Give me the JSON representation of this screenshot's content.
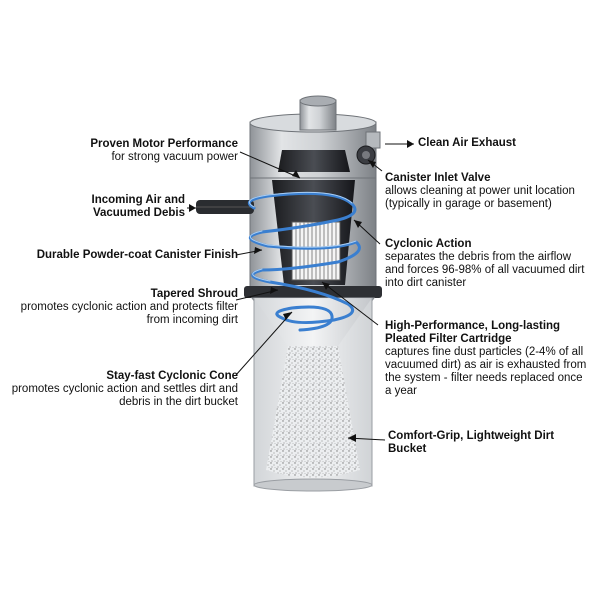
{
  "callouts": {
    "motor": {
      "title": "Proven Motor Performance",
      "desc": "for strong vacuum power"
    },
    "incoming": {
      "title": "Incoming Air and Vacuumed Debis"
    },
    "canister": {
      "title": "Durable Powder-coat Canister Finish"
    },
    "shroud": {
      "title": "Tapered Shroud",
      "desc": "promotes cyclonic action and protects filter from incoming dirt"
    },
    "cone": {
      "title": "Stay-fast Cyclonic Cone",
      "desc": "promotes cyclonic action  and settles dirt and debris in the dirt bucket"
    },
    "exhaust": {
      "title": "Clean Air Exhaust"
    },
    "valve": {
      "title": "Canister Inlet Valve",
      "desc": "allows cleaning at power unit location (typically in garage or basement)"
    },
    "cyclonic": {
      "title": "Cyclonic Action",
      "desc": "separates the debris from the airflow and forces 96-98% of all vacuumed dirt into dirt canister"
    },
    "filter": {
      "title": "High-Performance, Long-lasting Pleated Filter Cartridge",
      "desc": "captures fine dust particles (2-4% of all vacuumed dirt) as air is exhausted from the system - filter needs replaced once a year"
    },
    "bucket": {
      "title": "Comfort-Grip, Lightweight Dirt Bucket"
    }
  },
  "colors": {
    "airflow": "#3a7fd0",
    "metal": "#c9ccd0",
    "dark": "#2a2c30",
    "bucket": "#e4e6e8"
  }
}
